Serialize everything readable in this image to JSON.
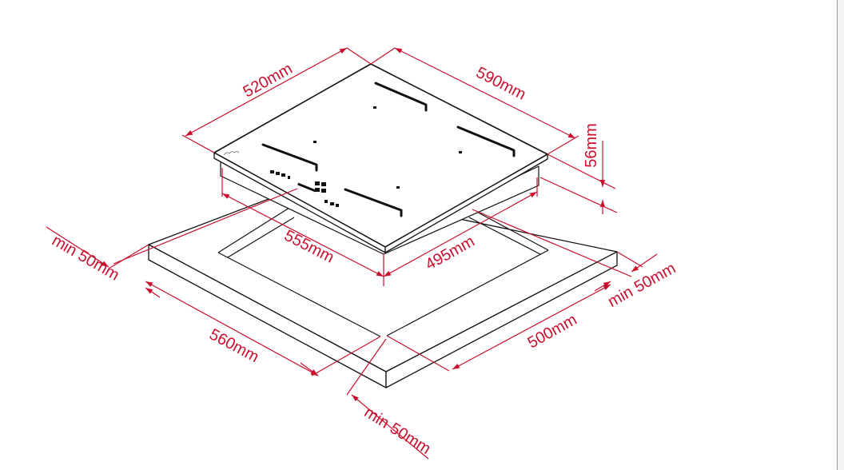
{
  "colors": {
    "dimension": "#c8102e",
    "outline": "#111111",
    "hob_surface": "#ffffff"
  },
  "dimensions": {
    "hob_depth": "520mm",
    "hob_width": "590mm",
    "hob_height": "56mm",
    "cutout_width": "555mm",
    "cutout_depth": "495mm",
    "counter_width": "560mm",
    "counter_depth": "500mm",
    "clearance_left": "min 50mm",
    "clearance_right": "min 50mm",
    "clearance_front": "min 50mm"
  }
}
